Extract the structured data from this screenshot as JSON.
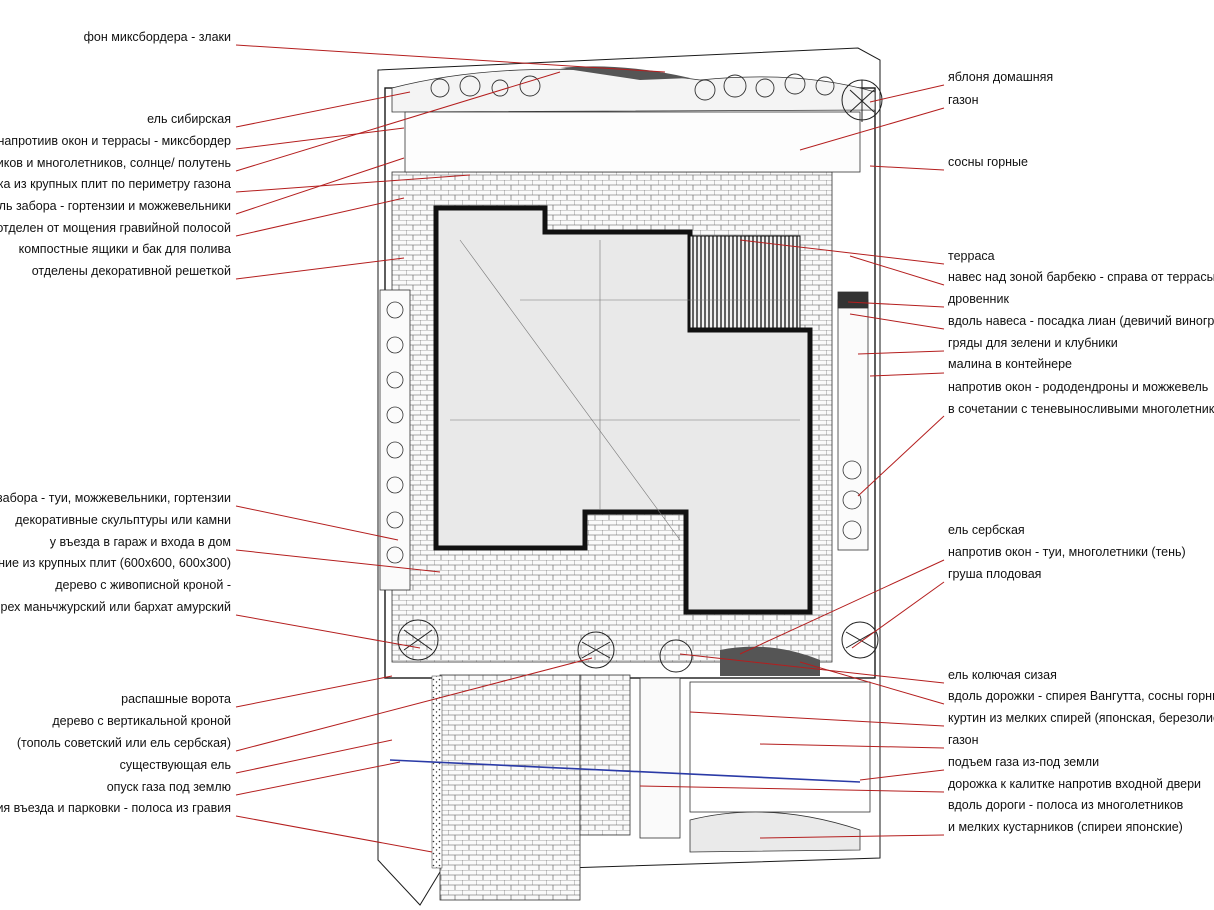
{
  "diagram": {
    "left_labels": [
      "фон миксбордера - злаки",
      "ель сибирская",
      "напротиив окон и террасы - миксбордер",
      "иков и многолетников, солнце/ полутень",
      "ка из крупных плит по периметру газона",
      "оль забора - гортензии и можжевельники",
      "отделен от мощения гравийной полосой",
      "компостные ящики и бак для полива",
      "отделены декоративной решеткой",
      "забора - туи, можжевельники, гортензии",
      "декоративные скульптуры или камни",
      "у въезда в гараж и входа в дом",
      "ение из крупных плит (600х600, 600х300)",
      "дерево с живописной кроной -",
      "рех маньчжурский или бархат амурский",
      "распашные ворота",
      "дерево с вертикальной кроной",
      "(тополь советский или ель сербская)",
      "существующая ель",
      "опуск газа под землю",
      "ия въезда и парковки - полоса из гравия"
    ],
    "right_labels": [
      "яблоня домашняя",
      "газон",
      "сосны горные",
      "терраса",
      "навес над зоной барбекю - справа от террасы",
      "дровенник",
      "вдоль навеса - посадка лиан (девичий виногр",
      "гряды для зелени и клубники",
      "малина в контейнере",
      " напротив окон - рододендроны и можжевель",
      "в сочетании с теневыносливыми многолетник",
      "ель сербская",
      "напротив окон - туи, многолетники (тень)",
      "груша плодовая",
      "ель колючая сизая",
      "вдоль дорожки - спирея Вангутта, сосны горны",
      "куртин из мелких спирей (японская, березолис",
      "газон",
      "подъем газа из-под земли",
      "дорожка к калитке напротив входной двери",
      "вдоль дороги - полоса из многолетников",
      "и мелких кустарников (спиреи японские)"
    ],
    "colors": {
      "leader": "#b41e1e",
      "gas_line": "#2a3aa6",
      "ink": "#1a1a1a"
    }
  }
}
